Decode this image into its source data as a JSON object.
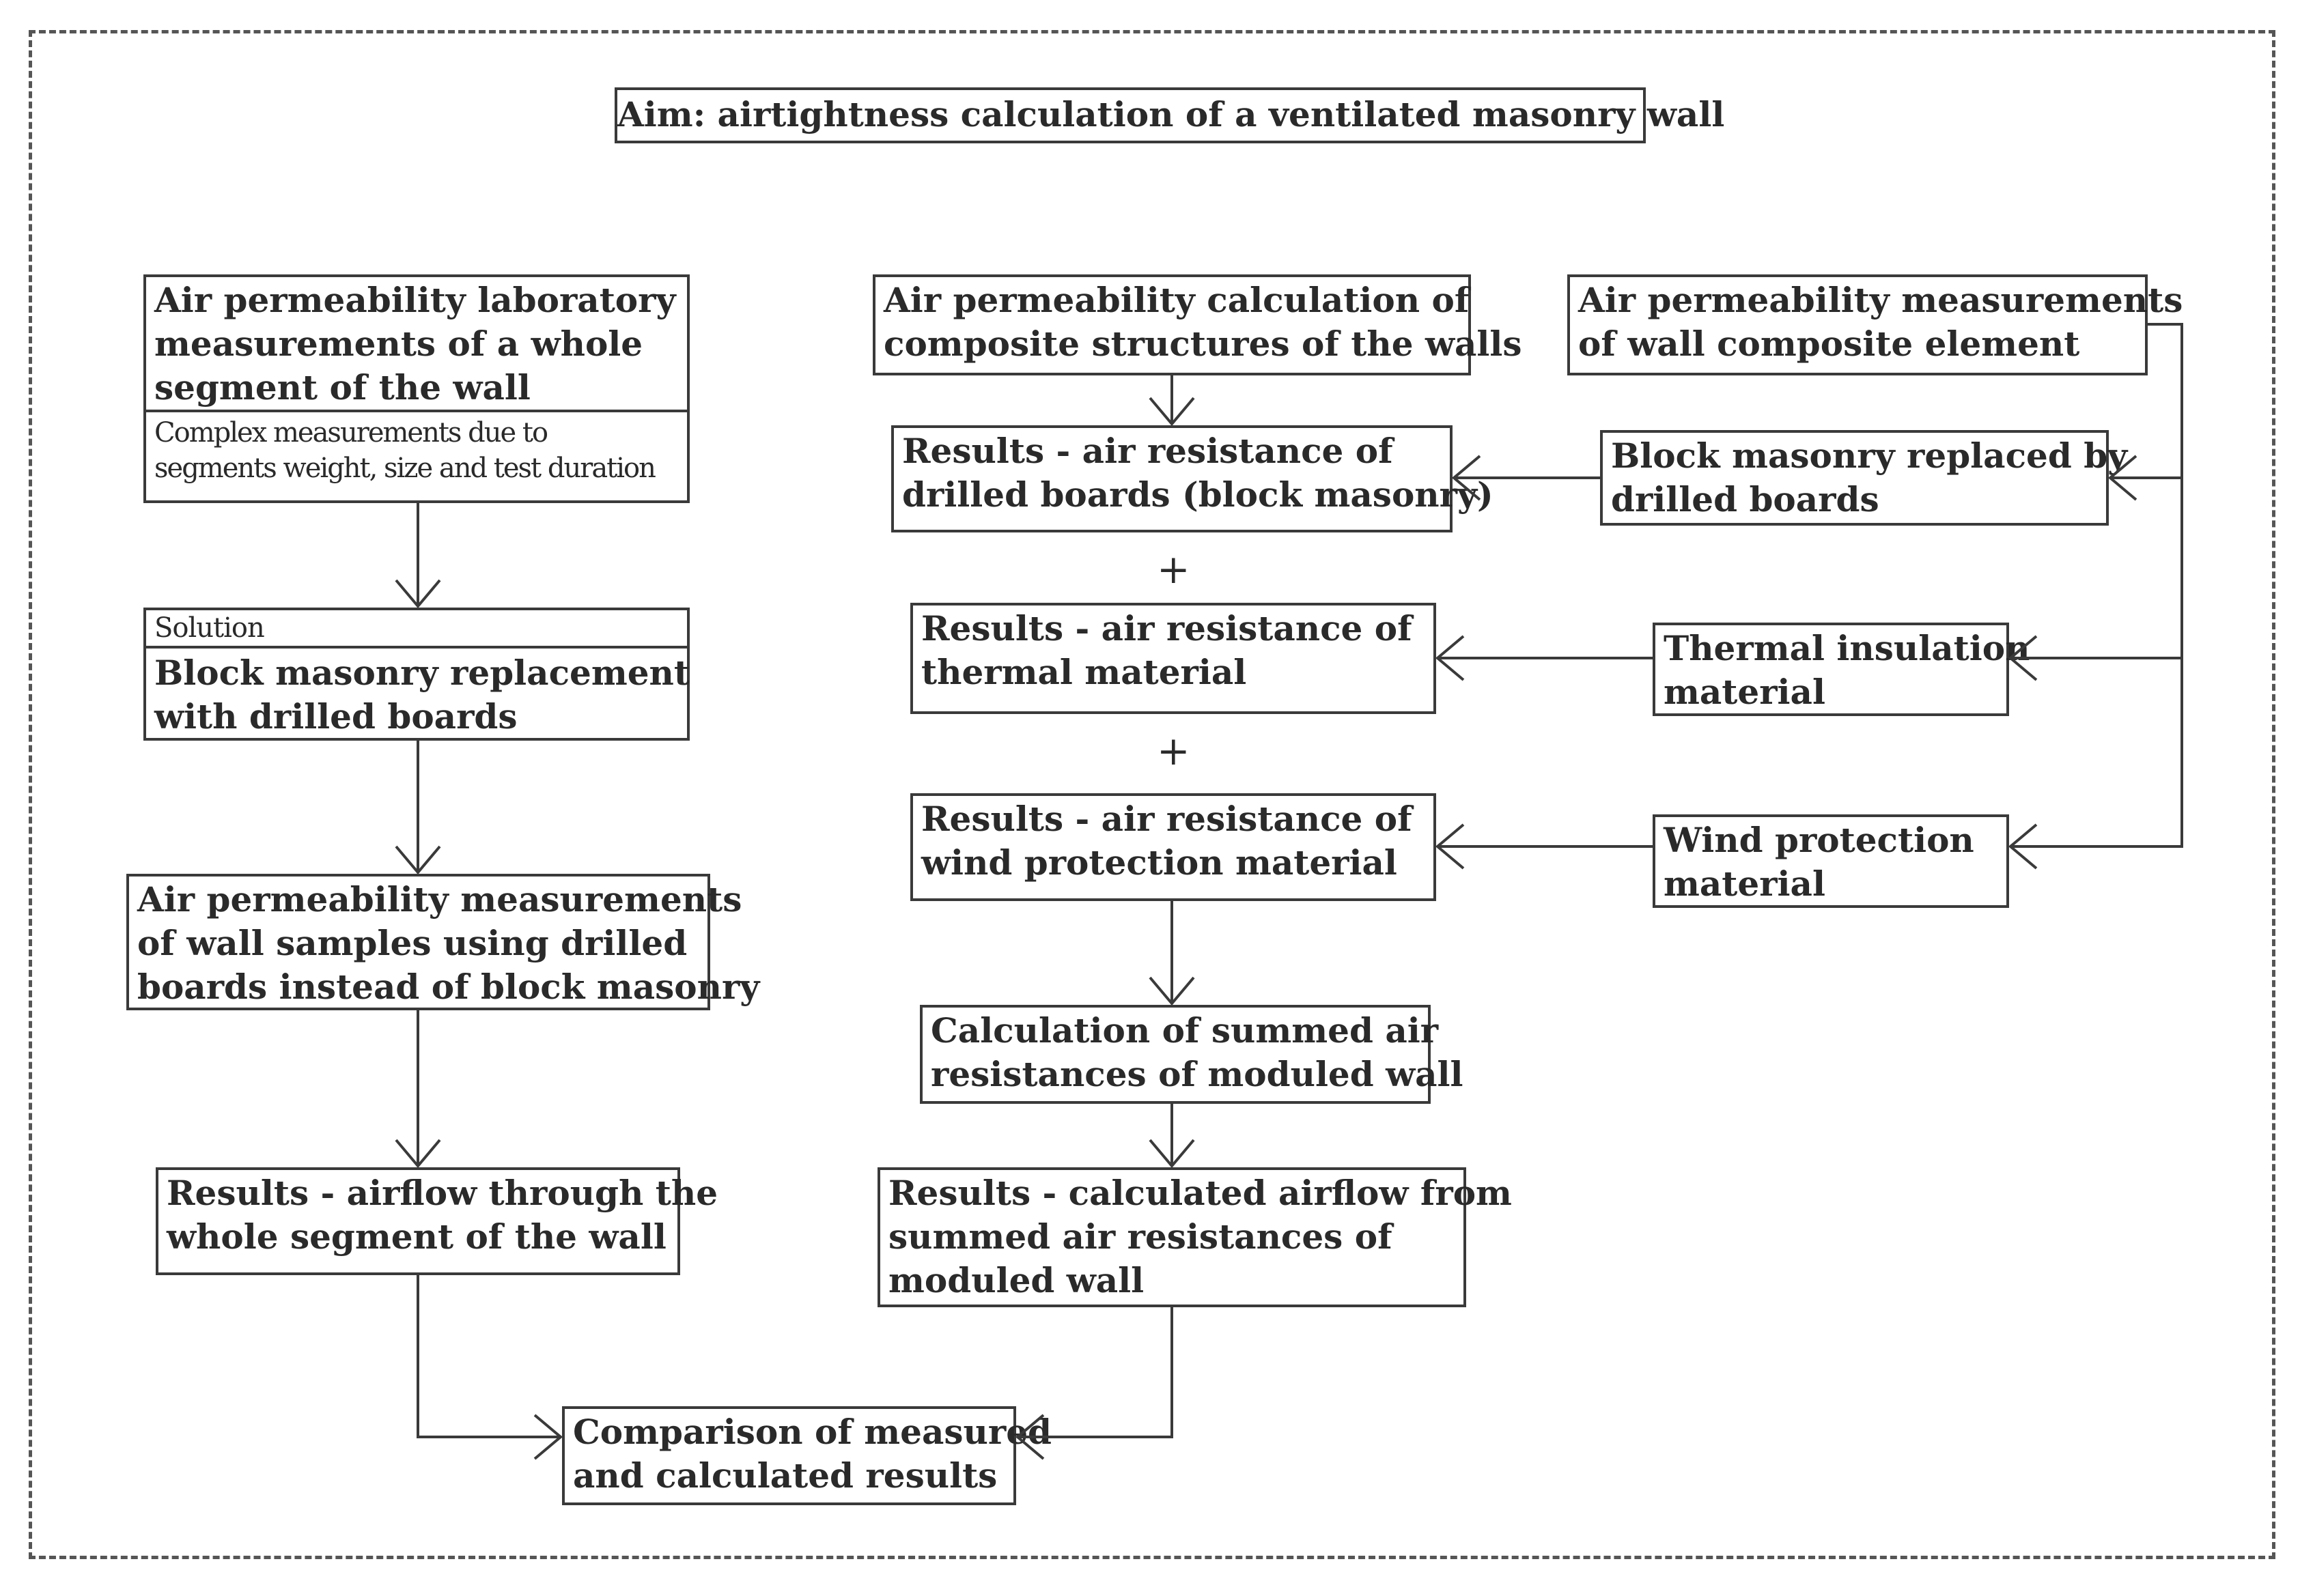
{
  "title": "Aim: airtightness calculation of a ventilated masonry wall",
  "left_column": {
    "lab_measurements": "Air permeability laboratory measurements  of a whole segment of the wall",
    "lab_measurements_line1": "Air permeability laboratory",
    "lab_measurements_line2": "measurements  of a whole",
    "lab_measurements_line3": "segment of the wall",
    "complexity_note_line1": "Complex measurements due to",
    "complexity_note_line2": "segments weight, size and test duration",
    "solution_label": "Solution",
    "solution_line1": "Block masonry replacement",
    "solution_line2": "with drilled boards",
    "samples_line1": "Air permeability measurements",
    "samples_line2": "of wall samples using drilled",
    "samples_line3": "boards instead of block masonry",
    "airflow_line1": "Results - airflow through the",
    "airflow_line2": "whole segment of the wall"
  },
  "middle_column": {
    "calc_line1": "Air permeability calculation of",
    "calc_line2": "composite structures of the walls",
    "res_drilled_line1": "Results - air resistance of",
    "res_drilled_line2": "drilled boards (block masonry)",
    "plus1": "+",
    "res_thermal_line1": "Results - air resistance of",
    "res_thermal_line2": "thermal material",
    "plus2": "+",
    "res_wind_line1": "Results - air resistance of",
    "res_wind_line2": "wind protection material",
    "summed_line1": "Calculation of summed air",
    "summed_line2": "resistances of moduled wall",
    "calc_airflow_line1": "Results - calculated airflow from",
    "calc_airflow_line2": "summed air resistances of",
    "calc_airflow_line3": "moduled wall"
  },
  "right_column": {
    "element_line1": "Air permeability measurements",
    "element_line2": "of wall composite element",
    "block_line1": "Block masonry replaced by",
    "block_line2": "drilled boards",
    "thermal_line1": "Thermal insulation",
    "thermal_line2": "material",
    "wind_line1": "Wind protection",
    "wind_line2": "material"
  },
  "comparison_line1": "Comparison of measured",
  "comparison_line2": "and calculated results"
}
